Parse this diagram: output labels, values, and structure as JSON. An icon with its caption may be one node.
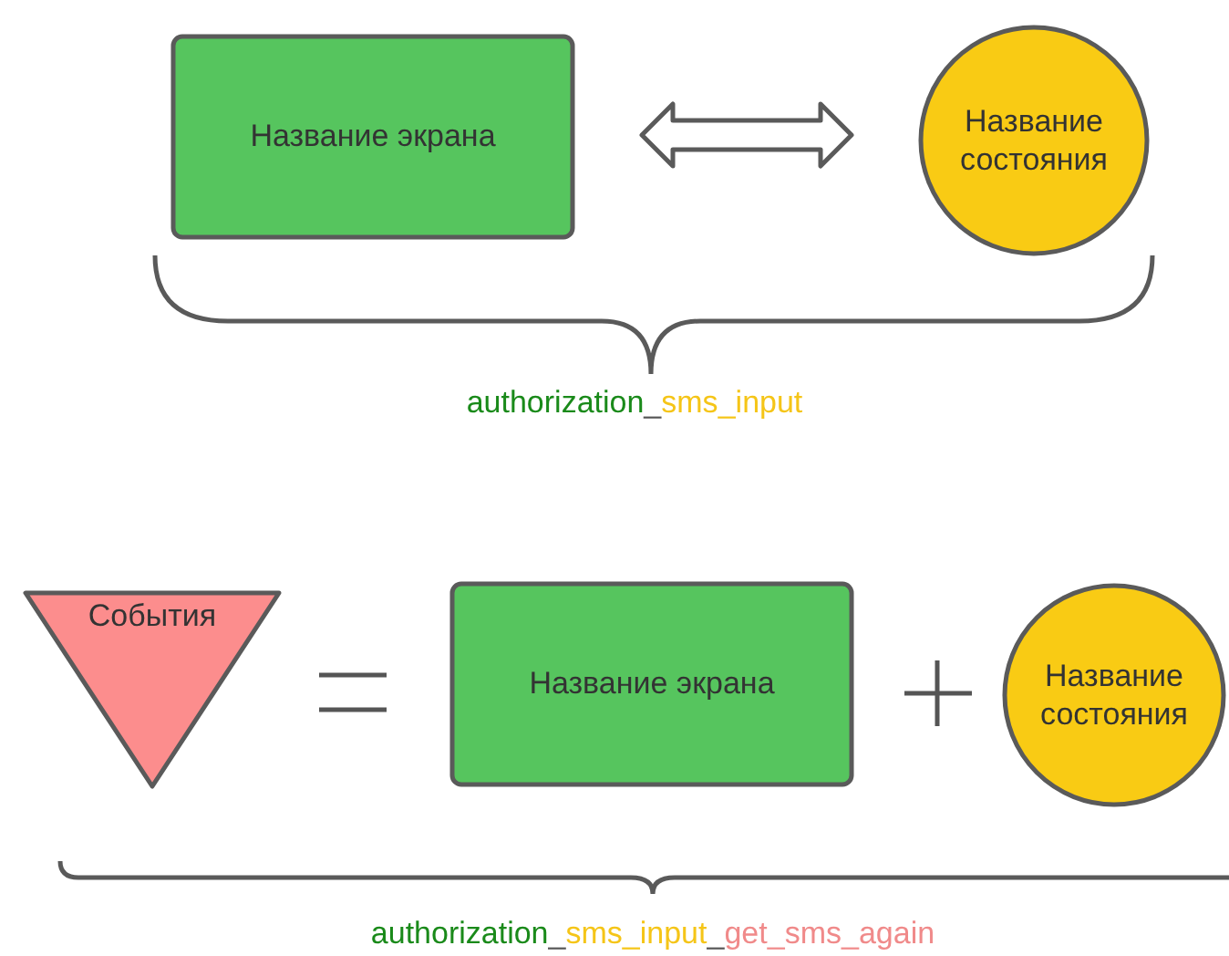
{
  "diagram": {
    "nodes": [
      {
        "text": [
          "Название экрана"
        ]
      },
      {
        "text": [
          "Название состояния"
        ]
      },
      {
        "text": [
          "События"
        ]
      },
      {
        "text": [
          "Название экрана"
        ]
      },
      {
        "text": [
          "Название состояния"
        ]
      }
    ],
    "edges": [
      {
        "from": 0,
        "to": 1,
        "arrow": "both"
      }
    ],
    "labels": [
      "authorization_sms_input",
      "authorization_sms_input_get_sms_again"
    ]
  }
}
